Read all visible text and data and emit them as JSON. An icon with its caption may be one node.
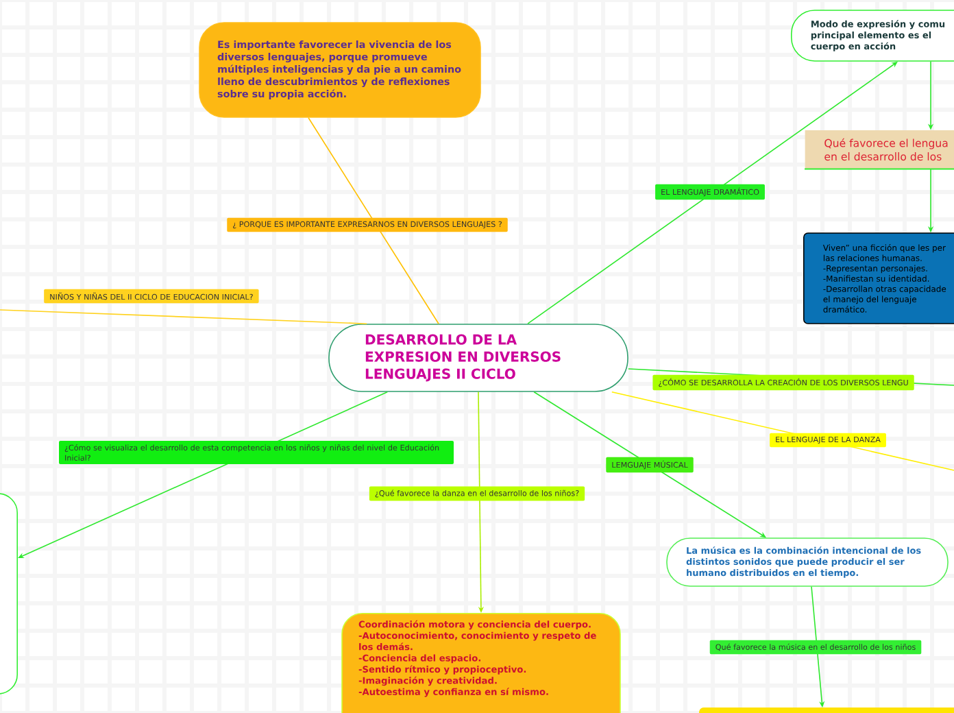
{
  "diagram": {
    "nodes": [
      {
        "text": [
          "DESARROLLO DE LA EXPRESION EN DIVERSOS LENGUAJES II CICLO"
        ]
      },
      {
        "text": [
          "Es importante favorecer la vivencia de los diversos lenguajes, porque promueve múltiples inteligencias y da pie a un camino lleno de descubrimientos y de reflexiones sobre su propia acción."
        ]
      },
      {
        "text": [
          "Modo de expresión y comu principal elemento es el cuerpo en acción"
        ]
      },
      {
        "text": [
          "Qué favorece el lengua en el desarrollo de los"
        ]
      },
      {
        "text": [
          "Viven” una ficción que les per las relaciones humanas.",
          "-Representan personajes.",
          "-Manifiestan su identidad.",
          "-Desarrollan otras capacidade el manejo del lenguaje dramático."
        ]
      },
      {
        "text": [],
        "shape": "box"
      },
      {
        "text": [
          "Coordinación motora y conciencia del cuerpo.",
          "-Autoconocimiento, conocimiento y respeto de los demás.",
          "-Conciencia del espacio.",
          "-Sentido rítmico y propioceptivo.",
          "-Imaginación y creatividad.",
          "-Autoestima y confianza en sí mismo."
        ]
      },
      {
        "text": [
          "La música es la combinación intencional de los distintos sonidos que puede producir el ser humano distribuidos en el tiempo."
        ]
      },
      {
        "text": [],
        "shape": "box"
      }
    ],
    "edges": [
      {
        "from": 0,
        "to": 1,
        "arrow": "none",
        "label": "¿ PORQUE ES IMPORTANTE EXPRESARNOS EN DIVERSOS LENGUAJES ?",
        "color": "#ffc000"
      },
      {
        "from": 0,
        "to": 2,
        "arrow": "to",
        "label": "EL LENGUAJE DRAMÁTICO"
      },
      {
        "from": 2,
        "to": 3,
        "arrow": "to"
      },
      {
        "from": 3,
        "to": 4,
        "arrow": "to"
      },
      {
        "from": 0,
        "to": null,
        "arrow": "none",
        "label": "NIÑOS Y NIÑAS DEL II CICLO DE EDUCACION INICIAL?",
        "color": "#ffd21f"
      },
      {
        "from": 0,
        "to": 5,
        "arrow": "to",
        "label": "¿Cómo se visualiza el desarrollo de esta competencia en los niños y niñas del nivel de Educación Inicial?"
      },
      {
        "from": 0,
        "to": 6,
        "arrow": "to",
        "label": "¿Qué favorece la danza en el desarrollo de los niños?",
        "color": "#aaee00"
      },
      {
        "from": 0,
        "to": 7,
        "arrow": "to",
        "label": "LEMGUAJE MÚSICAL"
      },
      {
        "from": 7,
        "to": 8,
        "arrow": "to",
        "label": "Qué favorece la música en el desarrollo de los niños"
      },
      {
        "from": 0,
        "to": null,
        "arrow": "none",
        "label": "¿CÓMO SE DESARROLLA LA CREACIÓN DE LOS DIVERSOS LENGU"
      },
      {
        "from": 0,
        "to": null,
        "arrow": "none",
        "label": "EL LENGUAJE DE LA DANZA",
        "color": "#ffee00"
      }
    ]
  }
}
